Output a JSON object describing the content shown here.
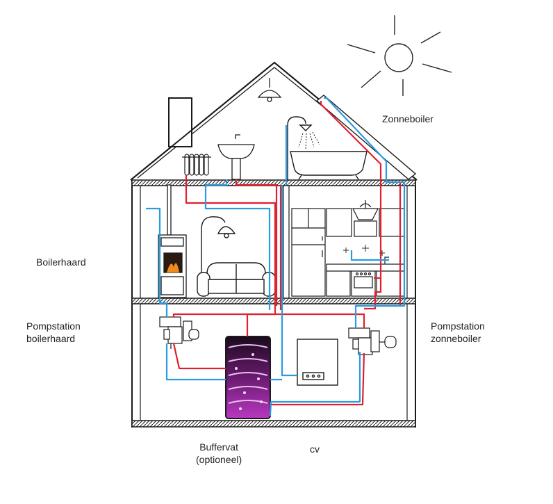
{
  "labels": {
    "zonneboiler": "Zonneboiler",
    "boilerhaard": "Boilerhaard",
    "pompstation_boilerhaard": [
      "Pompstation",
      "boilerhaard"
    ],
    "pompstation_zonneboiler": [
      "Pompstation",
      "zonneboiler"
    ],
    "buffervat": [
      "Buffervat",
      "(optioneel)"
    ],
    "cv": "cv"
  },
  "colors": {
    "hot": "#e0202c",
    "cold": "#2a9be0",
    "outline": "#1a1a1a",
    "wall": "#1a1a1a",
    "tank_dark": "#2b0a2e",
    "tank_light": "#a12ba8",
    "flame": "#f08a1c"
  }
}
